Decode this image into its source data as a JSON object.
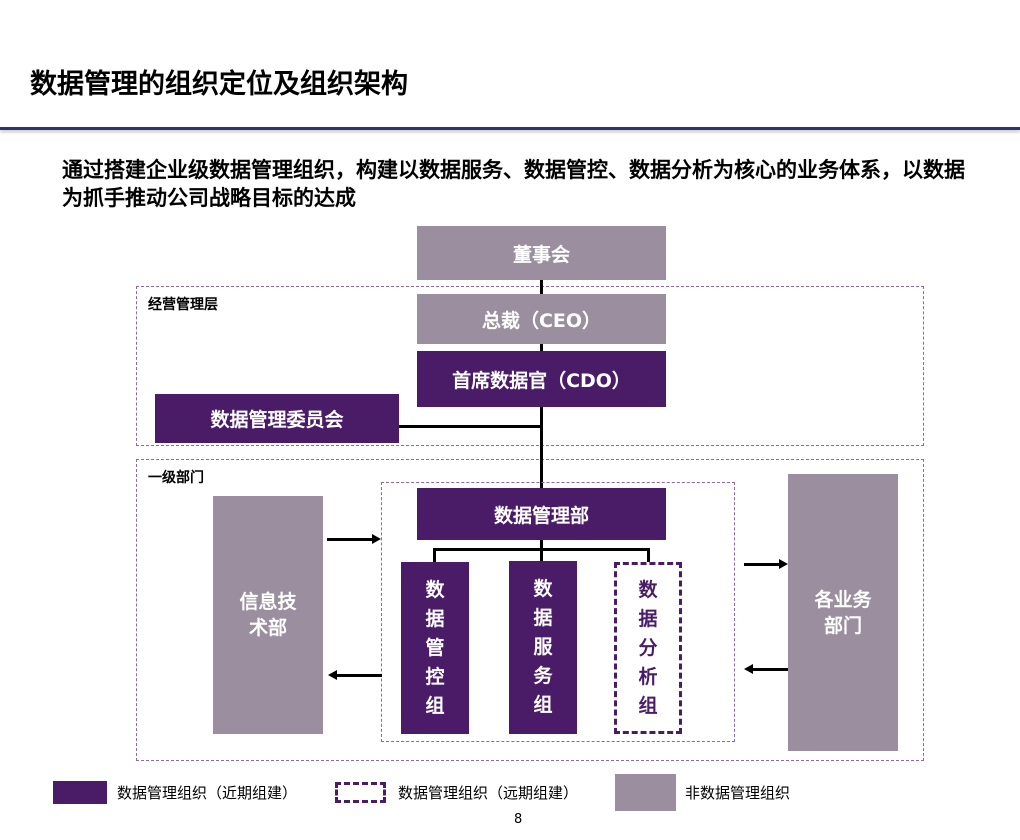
{
  "title": "数据管理的组织定位及组织架构",
  "subtitle": "通过搭建企业级数据管理组织，构建以数据服务、数据管控、数据分析为核心的业务体系，以数据为抓手推动公司战略目标的达成",
  "colors": {
    "near_term_org": "#4a1c67",
    "non_data_org": "#9b8e9e",
    "title_rule": "#2e3179"
  },
  "regions": {
    "management": "经营管理层",
    "departments": "一级部门"
  },
  "nodes": {
    "board": "董事会",
    "ceo": "总裁（CEO）",
    "cdo": "首席数据官（CDO）",
    "committee": "数据管理委员会",
    "data_dept": "数据管理部",
    "it_dept": "信息技术部",
    "business_depts": "各业务部门",
    "governance_group": [
      "数",
      "据",
      "管",
      "控",
      "组"
    ],
    "service_group": [
      "数",
      "据",
      "服",
      "务",
      "组"
    ],
    "analytics_group": [
      "数",
      "据",
      "分",
      "析",
      "组"
    ]
  },
  "legend": {
    "near_term": "数据管理组织（近期组建）",
    "long_term": "数据管理组织（远期组建）",
    "non_data": "非数据管理组织"
  },
  "page_number": "8"
}
